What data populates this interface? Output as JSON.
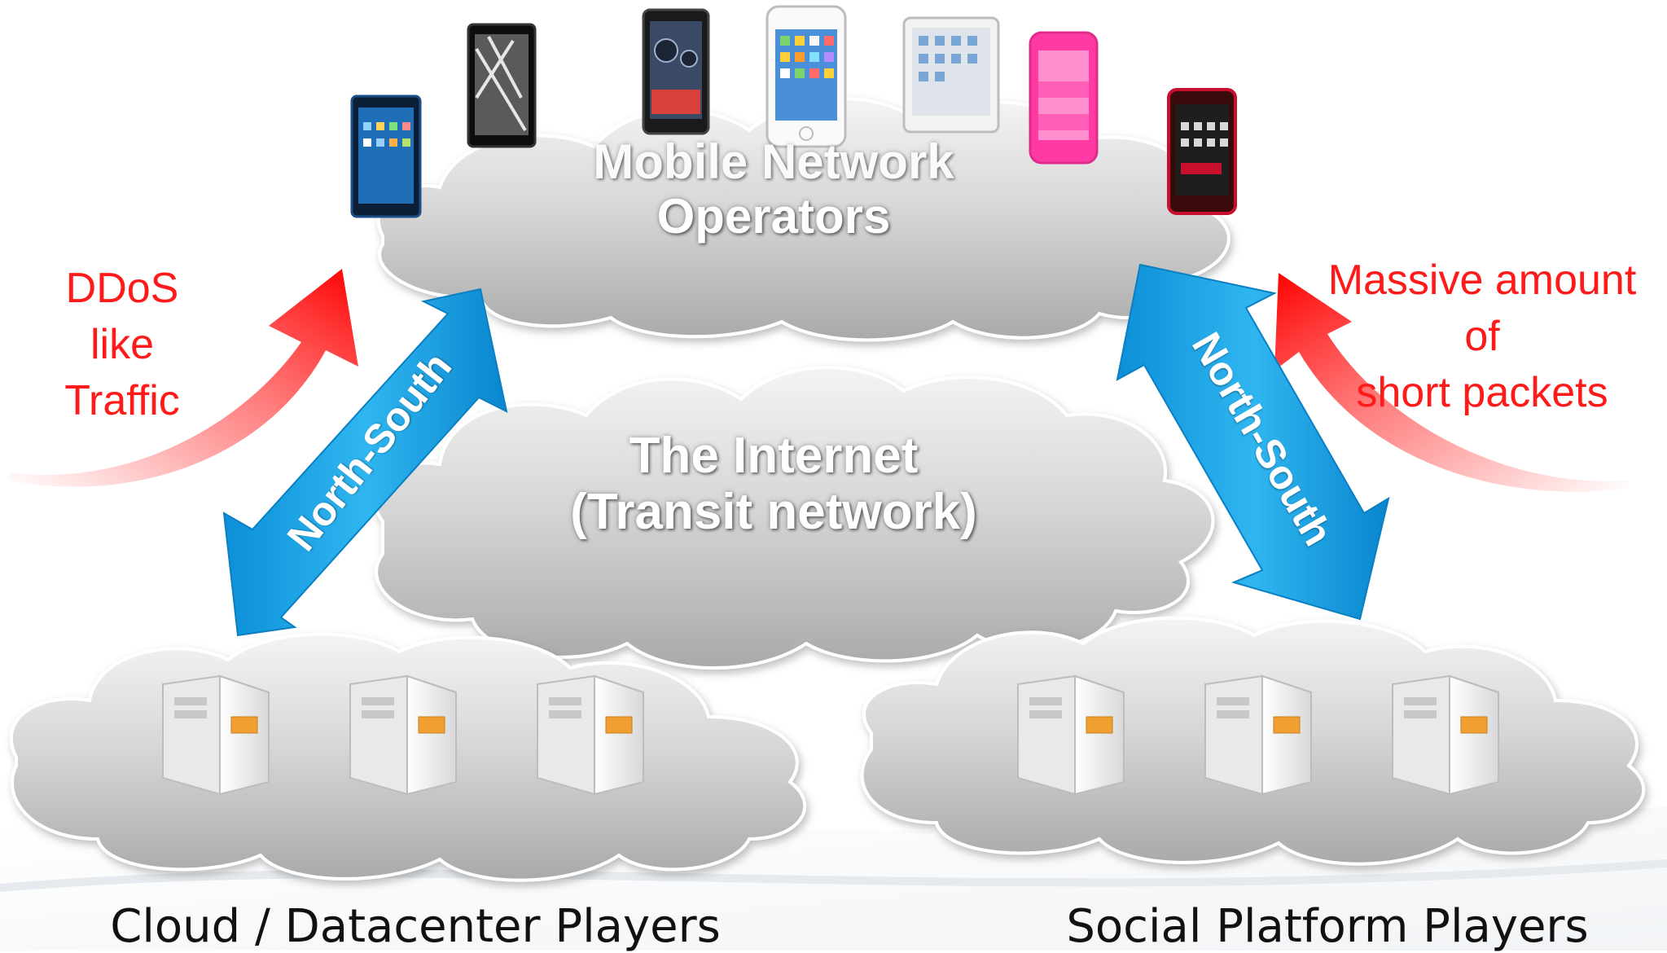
{
  "clouds": {
    "mobile": {
      "line1": "Mobile Network",
      "line2": "Operators"
    },
    "internet": {
      "line1": "The Internet",
      "line2": "(Transit network)"
    }
  },
  "flows": {
    "left": {
      "line1": "DDoS",
      "line2": "like",
      "line3": "Traffic"
    },
    "right": {
      "line1": "Massive amount",
      "line2": "of",
      "line3": "short packets"
    }
  },
  "arrows": {
    "left_label": "North-South",
    "right_label": "North-South"
  },
  "players": {
    "cloud": "Cloud / Datacenter Players",
    "social": "Social Platform Players"
  },
  "devices": [
    "phone-icon",
    "phone-icon",
    "phone-icon",
    "phone-icon",
    "tablet-icon",
    "phone-icon",
    "phone-icon"
  ],
  "colors": {
    "arrow_blue": "#1aa6e6",
    "arrow_red": "#ff1a1a",
    "cloud_gray": "#c9c9c9",
    "label_red": "#ff1a1a"
  }
}
